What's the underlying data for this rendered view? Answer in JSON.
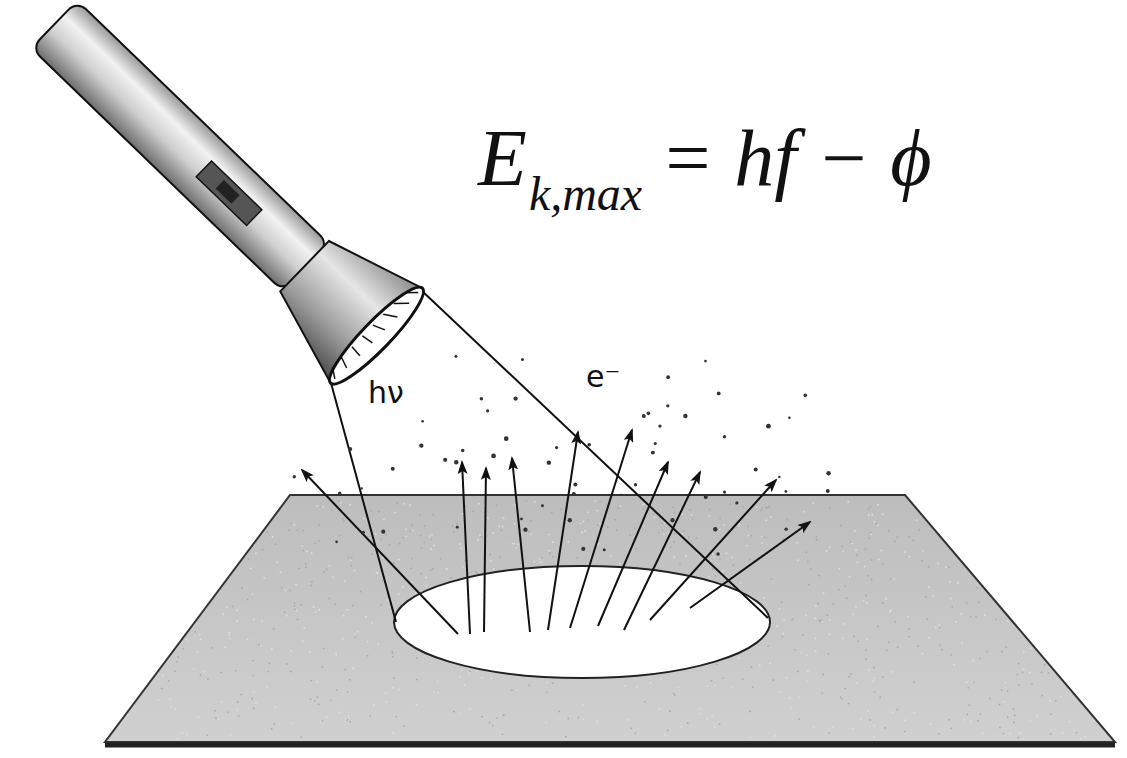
{
  "diagram": {
    "labels": [
      "E",
      "k,max",
      "= hf − ϕ",
      "e⁻",
      "hν"
    ]
  }
}
